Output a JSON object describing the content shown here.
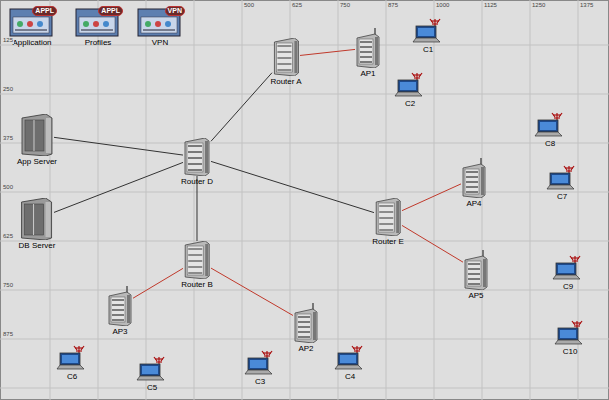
{
  "diagram": {
    "nodes": [
      {
        "text": [
          "APPL",
          "Application"
        ]
      },
      {
        "text": [
          "APPL",
          "Profiles"
        ]
      },
      {
        "text": [
          "VPN",
          "VPN"
        ]
      },
      {
        "text": [
          "Router A"
        ]
      },
      {
        "text": [
          "AP1"
        ]
      },
      {
        "text": [
          "C1"
        ]
      },
      {
        "text": [
          "C2"
        ]
      },
      {
        "text": [
          "App Server"
        ]
      },
      {
        "text": [
          "DB Server"
        ]
      },
      {
        "text": [
          "Router D"
        ]
      },
      {
        "text": [
          "Router B"
        ]
      },
      {
        "text": [
          "AP3"
        ]
      },
      {
        "text": [
          "AP2"
        ]
      },
      {
        "text": [
          "Router E"
        ]
      },
      {
        "text": [
          "AP4"
        ]
      },
      {
        "text": [
          "AP5"
        ]
      },
      {
        "text": [
          "C6"
        ]
      },
      {
        "text": [
          "C5"
        ]
      },
      {
        "text": [
          "C3"
        ]
      },
      {
        "text": [
          "C4"
        ]
      },
      {
        "text": [
          "C8"
        ]
      },
      {
        "text": [
          "C7"
        ]
      },
      {
        "text": [
          "C9"
        ]
      },
      {
        "text": [
          "C10"
        ]
      }
    ],
    "edges": [
      {
        "from": 3,
        "to": 4,
        "arrow": "none"
      },
      {
        "from": 3,
        "to": 9,
        "arrow": "none"
      },
      {
        "from": 7,
        "to": 9,
        "arrow": "none"
      },
      {
        "from": 8,
        "to": 9,
        "arrow": "none"
      },
      {
        "from": 9,
        "to": 13,
        "arrow": "none"
      },
      {
        "from": 9,
        "to": 10,
        "arrow": "none"
      },
      {
        "from": 10,
        "to": 11,
        "arrow": "none"
      },
      {
        "from": 10,
        "to": 12,
        "arrow": "none"
      },
      {
        "from": 13,
        "to": 14,
        "arrow": "none"
      },
      {
        "from": 13,
        "to": 15,
        "arrow": "none"
      }
    ],
    "labels": [
      "500",
      "625",
      "750",
      "875",
      "1000",
      "1125",
      "1250",
      "1375",
      "125",
      "250",
      "375",
      "500",
      "625",
      "750",
      "875"
    ]
  }
}
